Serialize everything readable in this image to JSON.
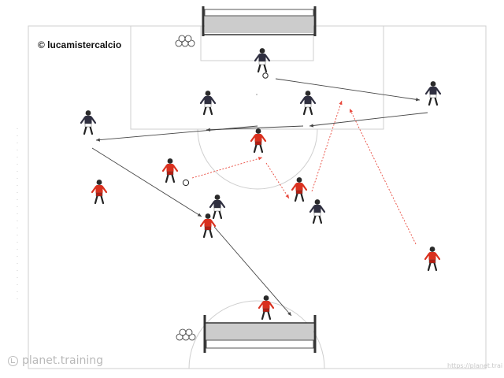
{
  "watermark": {
    "copyright": "© lucamistercalcio",
    "brand_name": "planet",
    "brand_suffix": ".training",
    "url": "https://planet.trainin"
  },
  "colors": {
    "dark_team": "#2f2f40",
    "red_team": "#d9301e",
    "pass_line": "#444444",
    "run_line": "#e8463a",
    "pitch_line": "#cfcfcf"
  },
  "icons": [
    "ball-pile-icon",
    "ball-icon",
    "player-icon",
    "goal-icon"
  ]
}
